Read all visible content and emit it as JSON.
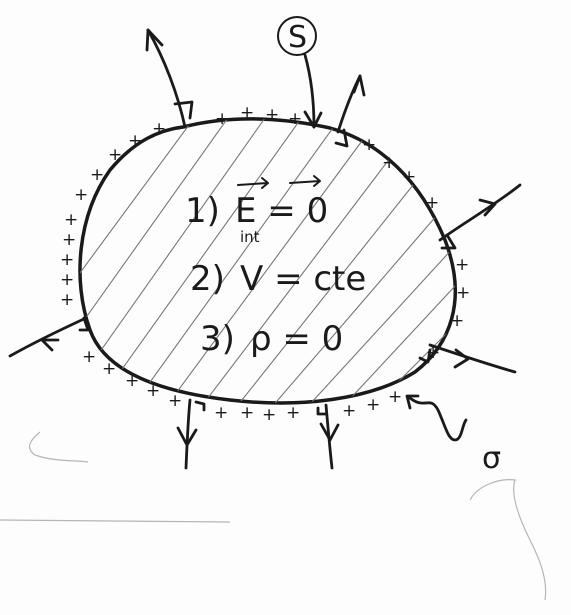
{
  "diagram": {
    "surface_label": "S",
    "charge_density_label": "σ",
    "charge_sign": "+",
    "properties": [
      {
        "number": "1)",
        "text": "E = 0",
        "subscript": "int"
      },
      {
        "number": "2)",
        "text": "V = cte"
      },
      {
        "number": "3)",
        "text": "ρ = 0"
      }
    ]
  }
}
